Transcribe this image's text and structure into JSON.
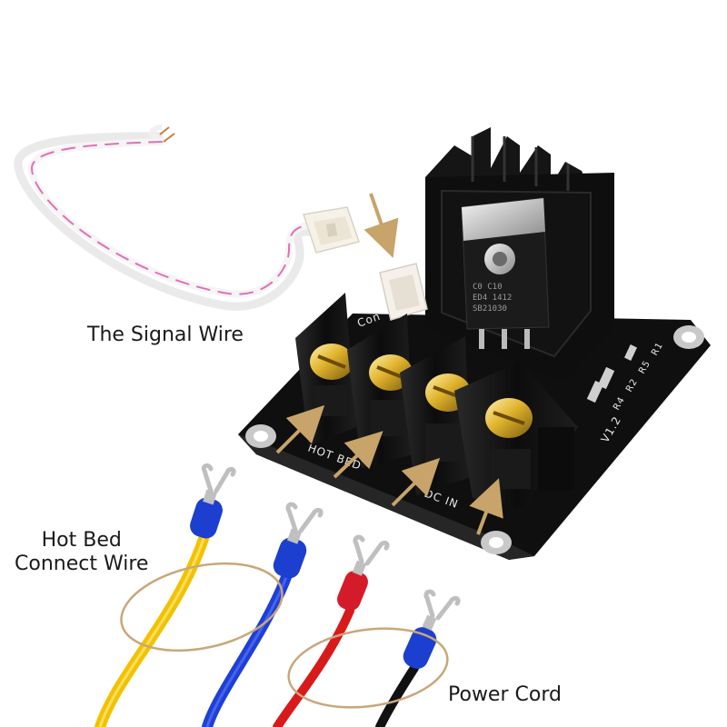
{
  "labels": {
    "signal_wire": "The Signal Wire",
    "hot_bed_line1": "Hot Bed",
    "hot_bed_line2": "Connect Wire",
    "power_cord": "Power Cord"
  },
  "board_silkscreen": {
    "hot_bed": "HOT BED",
    "dc_in": "DC IN",
    "version": "V1.2",
    "resistors": [
      "R5",
      "R2",
      "R4",
      "R1"
    ],
    "connector_label": "Con"
  },
  "chip_marking": {
    "line1": "C0 C10",
    "line2": "ED4 1412",
    "line3": "SB21030"
  },
  "colors": {
    "arrow": "#c8a36a",
    "circle": "#c9a77a",
    "pcb": "#0d0d0d",
    "heatsink": "#141414",
    "wire_yellow": "#f2c200",
    "wire_blue": "#1f3fd6",
    "wire_red": "#d81a1a",
    "wire_black": "#111111",
    "signal_wire": "#f3f3f3",
    "signal_stripe": "#e060b0",
    "terminal_crimp_blue": "#1d3fcf",
    "terminal_crimp_red": "#d41b2a"
  }
}
